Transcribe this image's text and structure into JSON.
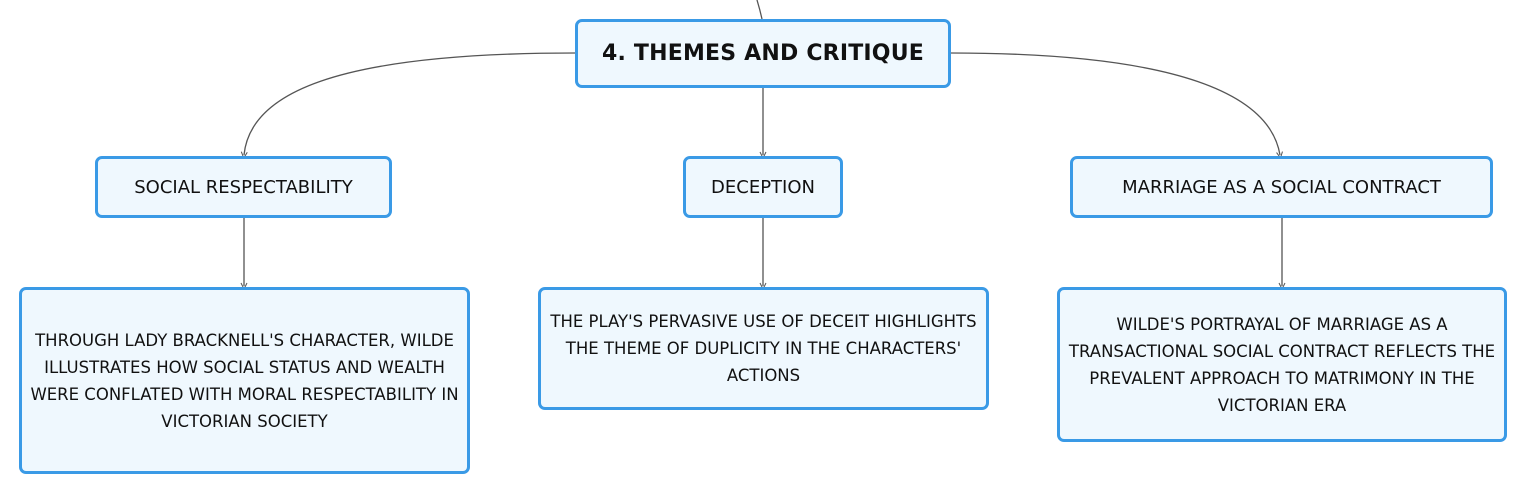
{
  "root": {
    "label": "4. THEMES AND CRITIQUE"
  },
  "themes": [
    {
      "label": "SOCIAL RESPECTABILITY",
      "detail": "THROUGH LADY BRACKNELL'S CHARACTER, WILDE ILLUSTRATES HOW SOCIAL STATUS AND WEALTH WERE CONFLATED WITH MORAL RESPECTABILITY IN VICTORIAN SOCIETY"
    },
    {
      "label": "DECEPTION",
      "detail": "THE PLAY'S PERVASIVE USE OF DECEIT HIGHLIGHTS THE THEME OF DUPLICITY IN THE CHARACTERS' ACTIONS"
    },
    {
      "label": "MARRIAGE AS A SOCIAL CONTRACT",
      "detail": "WILDE'S PORTRAYAL OF MARRIAGE AS A TRANSACTIONAL SOCIAL CONTRACT REFLECTS THE PREVALENT APPROACH TO MATRIMONY IN THE VICTORIAN ERA"
    }
  ],
  "colors": {
    "node_border": "#3a9ae6",
    "node_fill": "#eff8fe",
    "connector": "#555555"
  }
}
